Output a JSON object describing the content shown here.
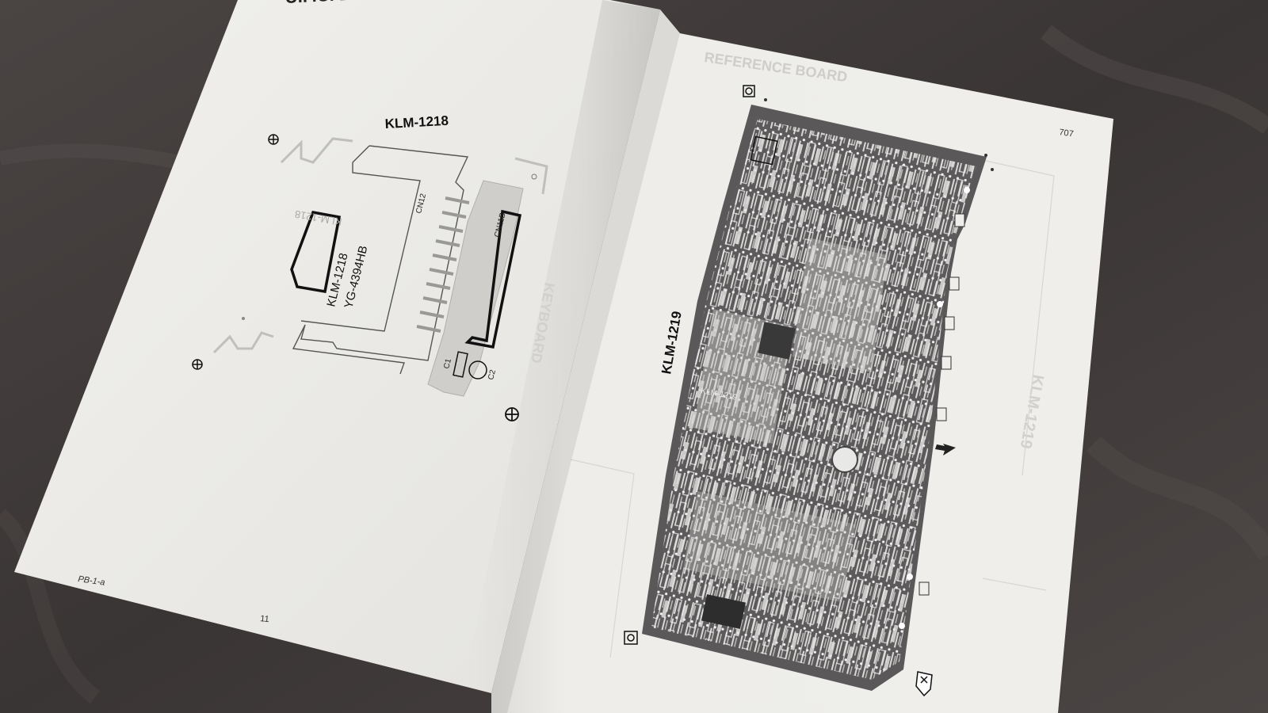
{
  "photo": {
    "subject": "open-service-manual"
  },
  "left_page": {
    "heading_fragment": "U.P.C. BOARD",
    "board_title": "KLM-1218",
    "silkscreen_mirrored": "KLM-1218",
    "board_marking_line1": "KLM-1218",
    "board_marking_line2": "YG-4394HB",
    "connector_cn12": "CN12",
    "connector_cn11b": "CN11B",
    "cap_c1": "C1",
    "cap_c2": "C2",
    "footer_code": "PB-1-a",
    "page_number": "11"
  },
  "right_page": {
    "heading_ghost": "REFERENCE BOARD",
    "board_title": "KLM-1219",
    "board_silkscreen": "KLM-1219",
    "page_number_corner": "707",
    "ghost_mirrored": "KEYBOARD",
    "ghost_side": "KLM-1219"
  },
  "colors": {
    "fabric": "#3d3838",
    "paper": "#ecebe8",
    "pcb_dark": "#5a5858",
    "ink": "#111111"
  }
}
